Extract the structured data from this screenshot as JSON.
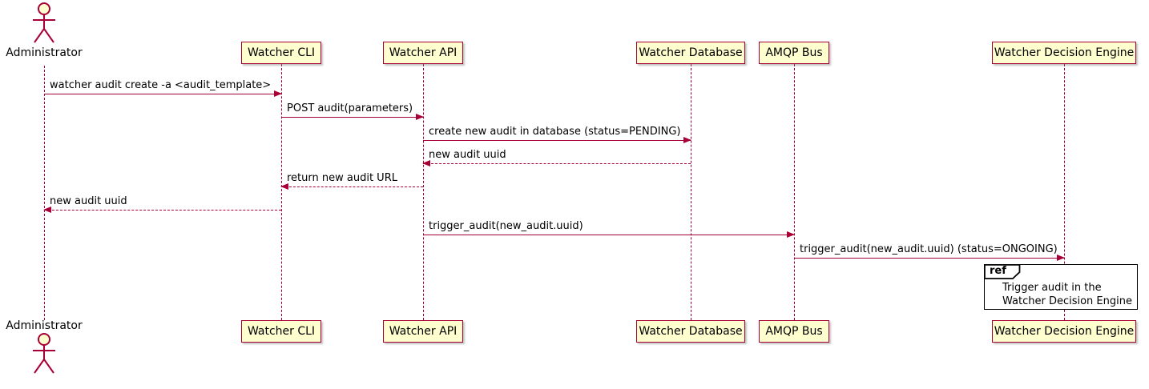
{
  "diagram": {
    "type": "sequence",
    "colors": {
      "participant_fill": "#FEFECE",
      "participant_border": "#A80036",
      "line_color": "#A80036",
      "text_color": "#000000"
    }
  },
  "participants": [
    {
      "name": "Administrator",
      "kind": "actor"
    },
    {
      "name": "Watcher CLI",
      "kind": "participant"
    },
    {
      "name": "Watcher API",
      "kind": "participant"
    },
    {
      "name": "Watcher Database",
      "kind": "participant"
    },
    {
      "name": "AMQP Bus",
      "kind": "participant"
    },
    {
      "name": "Watcher Decision Engine",
      "kind": "participant"
    }
  ],
  "messages": [
    {
      "from": "Administrator",
      "to": "Watcher CLI",
      "label": "watcher audit create -a <audit_template>",
      "style": "solid"
    },
    {
      "from": "Watcher CLI",
      "to": "Watcher API",
      "label": "POST audit(parameters)",
      "style": "solid"
    },
    {
      "from": "Watcher API",
      "to": "Watcher Database",
      "label": "create new audit in database (status=PENDING)",
      "style": "solid"
    },
    {
      "from": "Watcher Database",
      "to": "Watcher API",
      "label": "new audit uuid",
      "style": "dashed"
    },
    {
      "from": "Watcher API",
      "to": "Watcher CLI",
      "label": "return new audit URL",
      "style": "dashed"
    },
    {
      "from": "Watcher CLI",
      "to": "Administrator",
      "label": "new audit uuid",
      "style": "dashed"
    },
    {
      "from": "Watcher API",
      "to": "AMQP Bus",
      "label": "trigger_audit(new_audit.uuid)",
      "style": "solid"
    },
    {
      "from": "AMQP Bus",
      "to": "Watcher Decision Engine",
      "label": "trigger_audit(new_audit.uuid) (status=ONGOING)",
      "style": "solid"
    }
  ],
  "ref": {
    "keyword": "ref",
    "line1": "Trigger audit in the",
    "line2": "Watcher Decision Engine"
  }
}
